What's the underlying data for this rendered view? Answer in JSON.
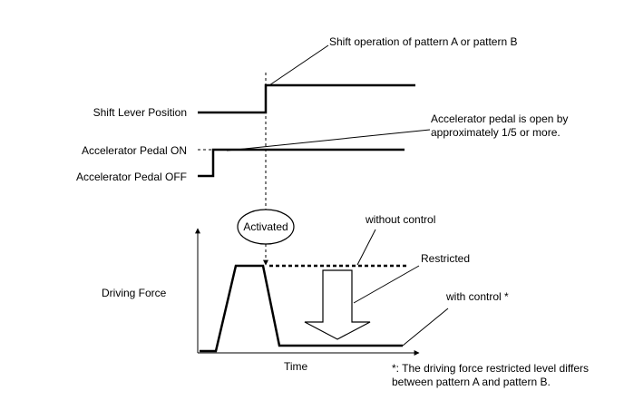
{
  "diagram": {
    "shift_operation_note": "Shift operation of pattern A or pattern B",
    "shift_lever_label": "Shift Lever Position",
    "pedal_on_label": "Accelerator Pedal ON",
    "pedal_off_label": "Accelerator Pedal OFF",
    "pedal_note_line1": "Accelerator pedal is open by",
    "pedal_note_line2": "approximately 1/5 or more.",
    "activated_label": "Activated",
    "without_control_label": "without control",
    "restricted_label": "Restricted",
    "driving_force_label": "Driving Force",
    "with_control_label": "with control *",
    "time_label": "Time",
    "footnote_line1": "*: The driving force restricted level differs",
    "footnote_line2": "between pattern A and pattern B."
  }
}
